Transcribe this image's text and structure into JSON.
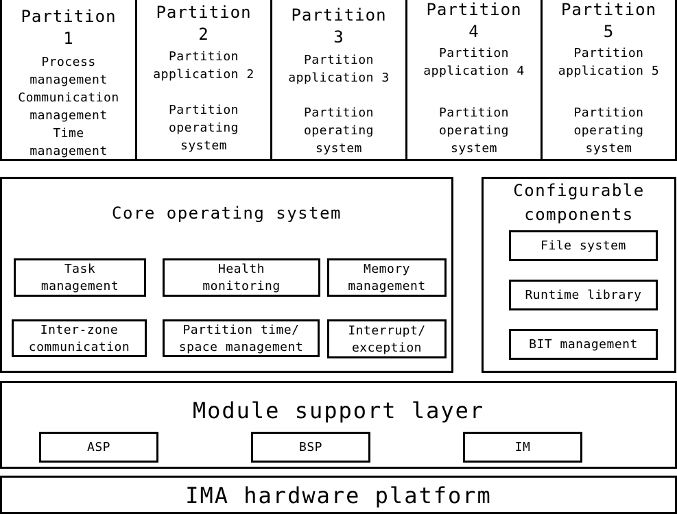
{
  "partitions": [
    {
      "title_line1": "Partition",
      "title_line2": "1",
      "items": [
        "Process",
        "management",
        "Communication",
        "management",
        "Time",
        "management"
      ]
    },
    {
      "title_line1": "Partition",
      "title_line2": "2",
      "app_line1": "Partition",
      "app_line2": "application 2",
      "os_line1": "Partition",
      "os_line2": "operating",
      "os_line3": "system"
    },
    {
      "title_line1": "Partition",
      "title_line2": "3",
      "app_line1": "Partition",
      "app_line2": "application 3",
      "os_line1": "Partition",
      "os_line2": "operating",
      "os_line3": "system"
    },
    {
      "title_line1": "Partition",
      "title_line2": "4",
      "app_line1": "Partition",
      "app_line2": "application 4",
      "os_line1": "Partition",
      "os_line2": "operating",
      "os_line3": "system"
    },
    {
      "title_line1": "Partition",
      "title_line2": "5",
      "app_line1": "Partition",
      "app_line2": "application 5",
      "os_line1": "Partition",
      "os_line2": "operating",
      "os_line3": "system"
    }
  ],
  "core_os": {
    "title": "Core operating system",
    "modules": [
      {
        "line1": "Task",
        "line2": "management"
      },
      {
        "line1": "Health",
        "line2": "monitoring"
      },
      {
        "line1": "Memory",
        "line2": "management"
      },
      {
        "line1": "Inter-zone",
        "line2": "communication"
      },
      {
        "line1": "Partition time/",
        "line2": "space management"
      },
      {
        "line1": "Interrupt/",
        "line2": "exception"
      }
    ]
  },
  "configurable": {
    "title_line1": "Configurable",
    "title_line2": "components",
    "items": [
      "File system",
      "Runtime library",
      "BIT management"
    ]
  },
  "module_support": {
    "title": "Module support layer",
    "items": [
      "ASP",
      "BSP",
      "IM"
    ]
  },
  "hardware": {
    "title": "IMA hardware platform"
  }
}
